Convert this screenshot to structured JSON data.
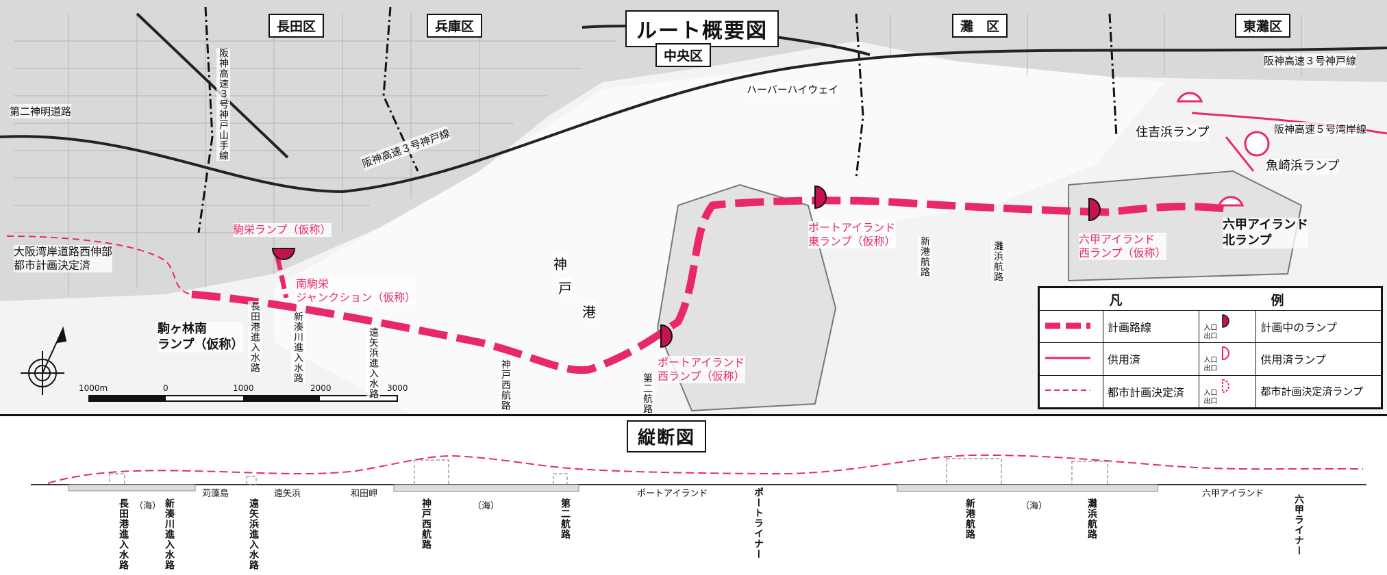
{
  "map": {
    "title": "ルート概要図",
    "districts": [
      "長田区",
      "兵庫区",
      "中央区",
      "灘　区",
      "東灘区"
    ],
    "expressways": {
      "kobe3": "阪神高速３号神戸線",
      "kobe3_right": "阪神高速３号神戸線",
      "yamate": "阪神高速３号神戸山手線",
      "wangan5": "阪神高速５号湾岸線",
      "daini": "第二神明道路",
      "harbor": "ハーバーハイウェイ",
      "osaka_wangan_1": "大阪湾岸道路西伸部",
      "osaka_wangan_2": "都市計画決定済"
    },
    "ramps": {
      "komae_1": "駒栄ランプ（仮称）",
      "minamikomae_1": "南駒栄",
      "minamikomae_2": "ジャンクション（仮称）",
      "komagabayashi_1": "駒ヶ林南",
      "komagabayashi_2": "ランプ（仮称）",
      "pi_east_1": "ポートアイランド",
      "pi_east_2": "東ランプ（仮称）",
      "pi_west_1": "ポートアイランド",
      "pi_west_2": "西ランプ（仮称）",
      "rokko_west_1": "六甲アイランド",
      "rokko_west_2": "西ランプ（仮称）",
      "rokko_north_1": "六甲アイランド",
      "rokko_north_2": "北ランプ",
      "sumiyoshihama": "住吉浜ランプ",
      "uozakihama": "魚崎浜ランプ"
    },
    "waterways": {
      "nagata": "長田港進入水路",
      "shinminato": "新湊川進入水路",
      "toyagahama": "遠矢浜進入水路",
      "kobe_nishi": "神戸西航路",
      "daini": "第二航路",
      "shinko": "新港航路",
      "nadahama": "灘浜航路"
    },
    "sea_labels": [
      "神",
      "戸",
      "港"
    ],
    "scale": {
      "labels": [
        "1000m",
        "0",
        "1000",
        "2000",
        "3000"
      ]
    }
  },
  "legend": {
    "title": "凡　　　例",
    "entry_label": "入口",
    "exit_label": "出口",
    "rows": [
      {
        "line": "計画路線",
        "ramp": "計画中のランプ"
      },
      {
        "line": "供用済",
        "ramp": "供用済ランプ"
      },
      {
        "line": "都市計画決定済",
        "ramp": "都市計画決定済ランプ"
      }
    ]
  },
  "profile": {
    "title": "縦断図",
    "ground_labels": [
      "苅藻島",
      "遠矢浜",
      "和田岬",
      "ポートアイランド",
      "六甲アイランド"
    ],
    "sea_label": "（海）",
    "vertical_labels": {
      "nagata": "長田港進入水路",
      "shinminato": "新湊川進入水路",
      "toyagahama": "遠矢浜進入水路",
      "kobe_nishi": "神戸西航路",
      "daini": "第二航路",
      "portliner": "ポートライナー",
      "shinko": "新港航路",
      "nadahama": "灘浜航路",
      "rokkoliner": "六甲ライナー"
    }
  },
  "colors": {
    "route": "#e8286a",
    "ink": "#111111",
    "map_bg": "#f3f3f3"
  }
}
